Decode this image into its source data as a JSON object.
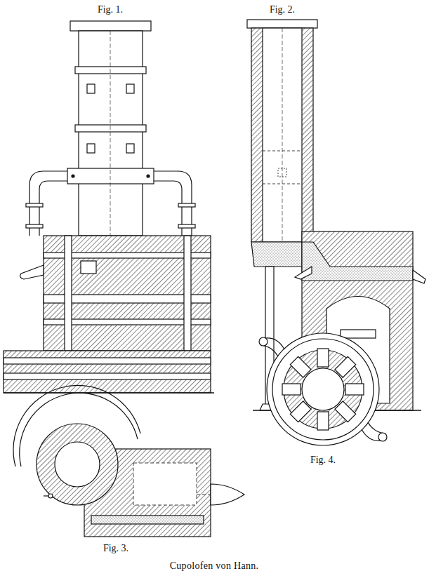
{
  "diagram": {
    "caption": "Cupolofen von Hann.",
    "labels": [
      "Fig. 1.",
      "Fig. 2.",
      "Fig. 3.",
      "Fig. 4."
    ]
  }
}
